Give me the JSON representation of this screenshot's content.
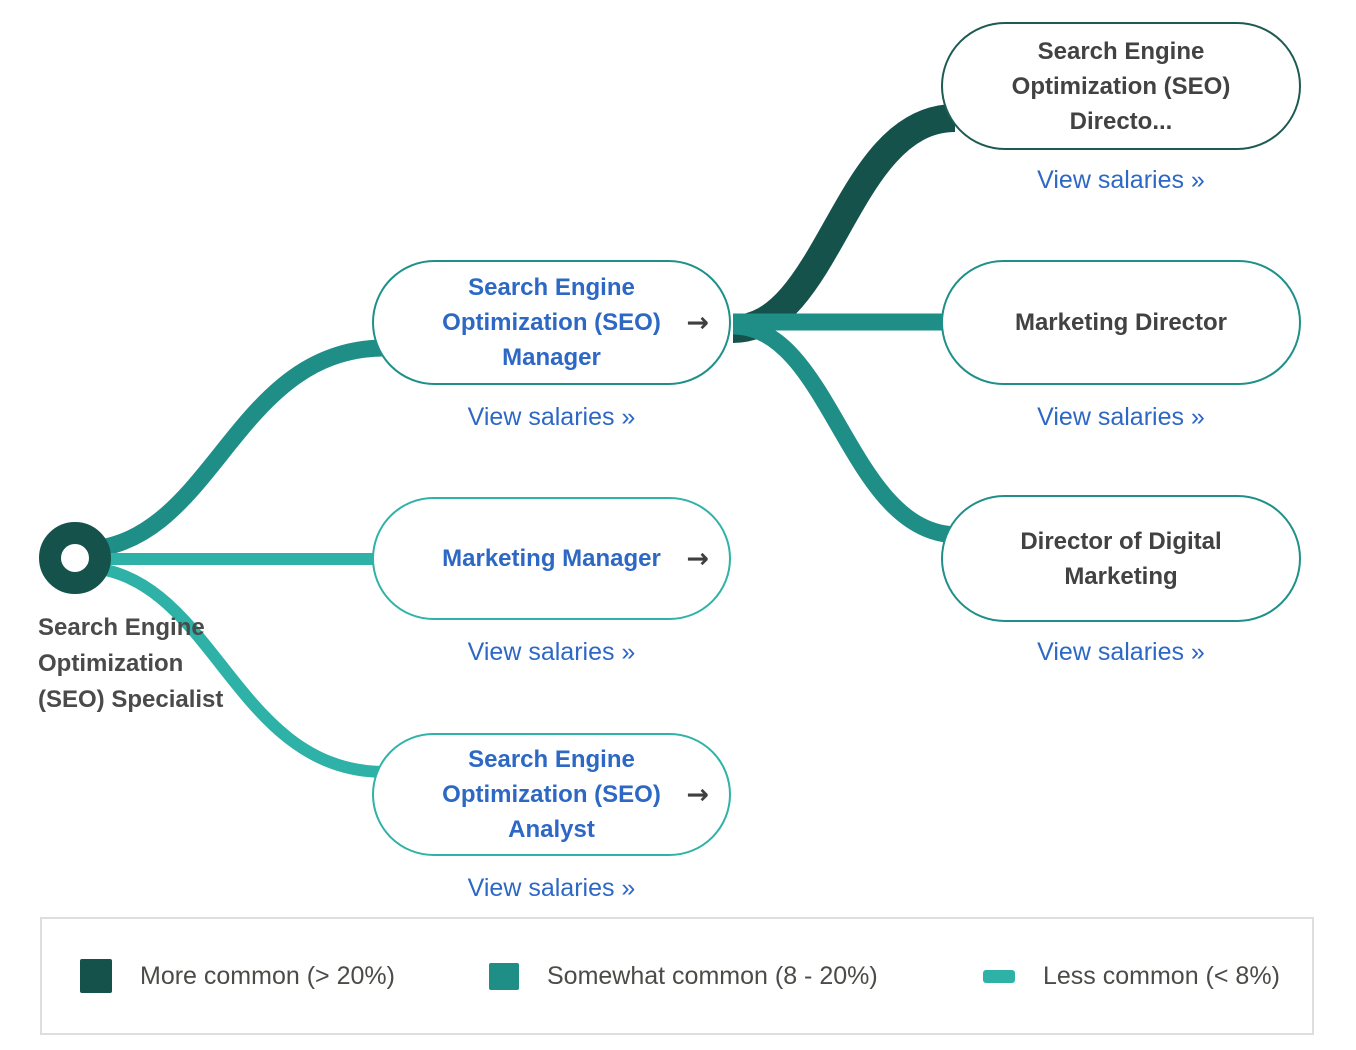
{
  "root": {
    "label": "Search Engine Optimization (SEO) Specialist"
  },
  "nodes": {
    "seo_manager": {
      "title": "Search Engine\nOptimization (SEO)\nManager",
      "link": "View salaries »"
    },
    "marketing_manager": {
      "title": "Marketing Manager",
      "link": "View salaries »"
    },
    "seo_analyst": {
      "title": "Search Engine\nOptimization (SEO)\nAnalyst",
      "link": "View salaries »"
    },
    "seo_director": {
      "title": "Search Engine\nOptimization (SEO)\nDirecto...",
      "link": "View salaries »"
    },
    "marketing_director": {
      "title": "Marketing Director",
      "link": "View salaries »"
    },
    "digital_marketing_director": {
      "title": "Director of Digital\nMarketing",
      "link": "View salaries »"
    }
  },
  "icons": {
    "arrow_right": "→"
  },
  "legend": {
    "items": [
      {
        "label": "More common (> 20%)",
        "color": "#15524b"
      },
      {
        "label": "Somewhat common (8 - 20%)",
        "color": "#1f8e87"
      },
      {
        "label": "Less common (< 8%)",
        "color": "#2eb1a6"
      }
    ]
  },
  "colors": {
    "more_common": "#15524b",
    "somewhat_common": "#1f8e87",
    "less_common": "#2eb1a6",
    "link_blue": "#2d68c5",
    "node_title_gray": "#424242",
    "node_border_dark": "#1d5b52",
    "node_border_medium": "#1f9089",
    "node_border_light": "#2fb2a7"
  }
}
